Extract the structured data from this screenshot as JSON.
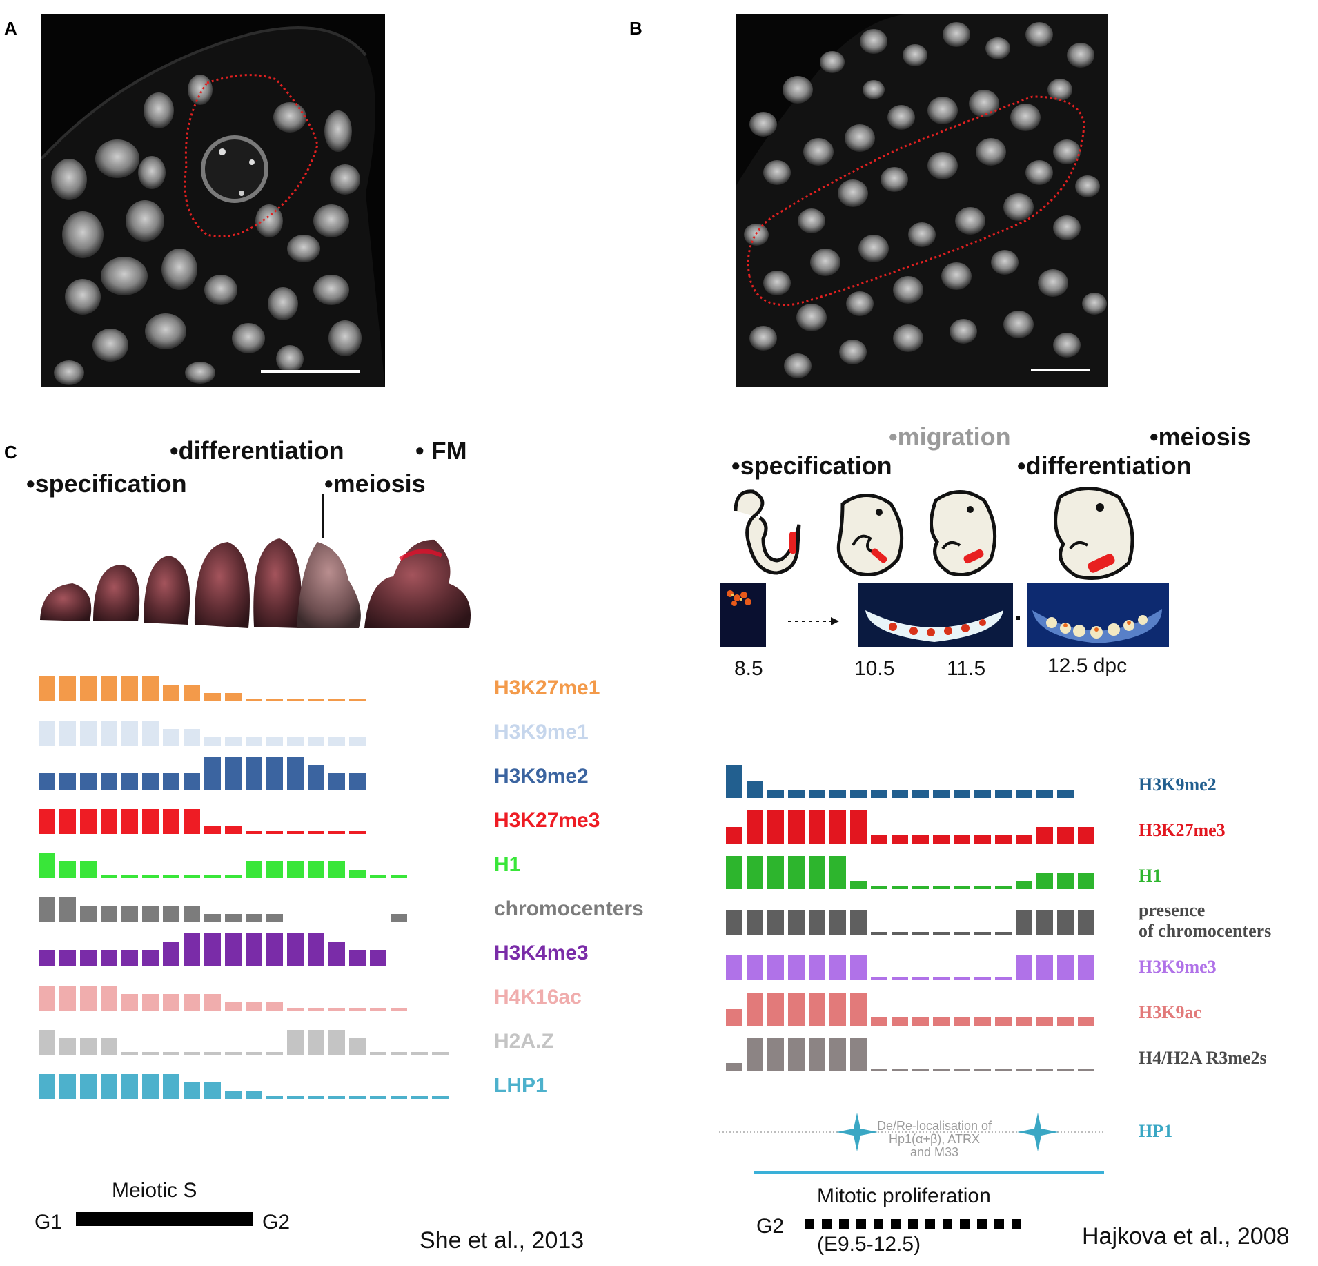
{
  "panels": {
    "a": "A",
    "b": "B",
    "c": "C"
  },
  "left": {
    "stages": {
      "specification": "•specification",
      "differentiation": "•differentiation",
      "fm": "• FM",
      "meiosis": "•meiosis"
    },
    "marks": [
      {
        "label": "H3K27me1",
        "color": "#f39a4a",
        "levels": [
          3,
          3,
          3,
          3,
          3,
          3,
          2,
          2,
          1,
          1,
          0,
          0,
          0,
          0,
          0,
          0
        ]
      },
      {
        "label": "H3K9me1",
        "color": "#dce6f2",
        "levels": [
          3,
          3,
          3,
          3,
          3,
          3,
          2,
          2,
          1,
          1,
          1,
          1,
          1,
          1,
          1,
          1
        ]
      },
      {
        "label": "H3K9me2",
        "color": "#3b64a0",
        "levels": [
          2,
          2,
          2,
          2,
          2,
          2,
          2,
          2,
          4,
          4,
          4,
          4,
          4,
          3,
          2,
          2
        ]
      },
      {
        "label": "H3K27me3",
        "color": "#ee1c24",
        "levels": [
          3,
          3,
          3,
          3,
          3,
          3,
          3,
          3,
          1,
          1,
          0,
          0,
          0,
          0,
          0,
          0
        ]
      },
      {
        "label": "H1",
        "color": "#39e639",
        "levels": [
          3,
          2,
          2,
          0,
          0,
          0,
          0,
          0,
          0,
          0,
          2,
          2,
          2,
          2,
          2,
          1,
          0,
          0
        ]
      },
      {
        "label": "chromocenters",
        "color": "#7c7c7c",
        "levels": [
          3,
          3,
          2,
          2,
          2,
          2,
          2,
          2,
          1,
          1,
          1,
          1,
          -1,
          -1,
          -1,
          -1,
          -1,
          1
        ]
      },
      {
        "label": "H3K4me3",
        "color": "#7a2ca8",
        "levels": [
          2,
          2,
          2,
          2,
          2,
          2,
          3,
          4,
          4,
          4,
          4,
          4,
          4,
          4,
          3,
          2,
          2
        ]
      },
      {
        "label": "H4K16ac",
        "color": "#f0adad",
        "levels": [
          3,
          3,
          3,
          3,
          2,
          2,
          2,
          2,
          2,
          1,
          1,
          1,
          0,
          0,
          0,
          0,
          0,
          0
        ]
      },
      {
        "label": "H2A.Z",
        "color": "#c4c4c4",
        "levels": [
          3,
          2,
          2,
          2,
          0,
          0,
          0,
          0,
          0,
          0,
          0,
          0,
          3,
          3,
          3,
          2,
          0,
          0,
          0,
          0
        ]
      },
      {
        "label": "LHP1",
        "color": "#4db1cc",
        "levels": [
          3,
          3,
          3,
          3,
          3,
          3,
          3,
          2,
          2,
          1,
          1,
          0,
          0,
          0,
          0,
          0,
          0,
          0,
          0,
          0
        ]
      }
    ],
    "cycle": {
      "meiotic_s": "Meiotic S",
      "g1": "G1",
      "g2": "G2"
    },
    "citation": "She et al., 2013"
  },
  "right": {
    "stages": {
      "specification": "•specification",
      "migration": "•migration",
      "differentiation": "•differentiation",
      "meiosis": "•meiosis"
    },
    "days": [
      "8.5",
      "10.5",
      "11.5",
      "12.5 dpc"
    ],
    "marks": [
      {
        "label": "H3K9me2",
        "color": "#225f8f",
        "levels": [
          4,
          2,
          1,
          1,
          1,
          1,
          1,
          1,
          1,
          1,
          1,
          1,
          1,
          1,
          1,
          1,
          1
        ]
      },
      {
        "label": "H3K27me3",
        "color": "#e2161f",
        "levels": [
          2,
          4,
          4,
          4,
          4,
          4,
          4,
          1,
          1,
          1,
          1,
          1,
          1,
          1,
          1,
          2,
          2,
          2
        ]
      },
      {
        "label": "H1",
        "color": "#2db52d",
        "levels": [
          4,
          4,
          4,
          4,
          4,
          4,
          1,
          0,
          0,
          0,
          0,
          0,
          0,
          0,
          1,
          2,
          2,
          2
        ]
      },
      {
        "label": "presence",
        "label2": "of chromocenters",
        "color": "#5f5f5f",
        "levels": [
          3,
          3,
          3,
          3,
          3,
          3,
          3,
          0,
          0,
          0,
          0,
          0,
          0,
          0,
          3,
          3,
          3,
          3
        ]
      },
      {
        "label": "H3K9me3",
        "color": "#b072e8",
        "levels": [
          3,
          3,
          3,
          3,
          3,
          3,
          3,
          0,
          0,
          0,
          0,
          0,
          0,
          0,
          3,
          3,
          3,
          3
        ]
      },
      {
        "label": "H3K9ac",
        "color": "#e27a7a",
        "levels": [
          2,
          4,
          4,
          4,
          4,
          4,
          4,
          1,
          1,
          1,
          1,
          1,
          1,
          1,
          1,
          1,
          1,
          1
        ]
      },
      {
        "label": "H4/H2A R3me2s",
        "color": "#8c8484",
        "levels": [
          1,
          4,
          4,
          4,
          4,
          4,
          4,
          0,
          0,
          0,
          0,
          0,
          0,
          0,
          0,
          0,
          0,
          0
        ]
      }
    ],
    "hp1": {
      "label": "HP1",
      "color": "#3aa7c4",
      "note_lines": [
        "De/Re-localisation of",
        "Hp1(α+β), ATRX",
        "and M33"
      ]
    },
    "cycle": {
      "mitotic": "Mitotic proliferation",
      "g2": "G2",
      "range": "(E9.5-12.5)"
    },
    "citation": "Hajkova et al., 2008"
  }
}
